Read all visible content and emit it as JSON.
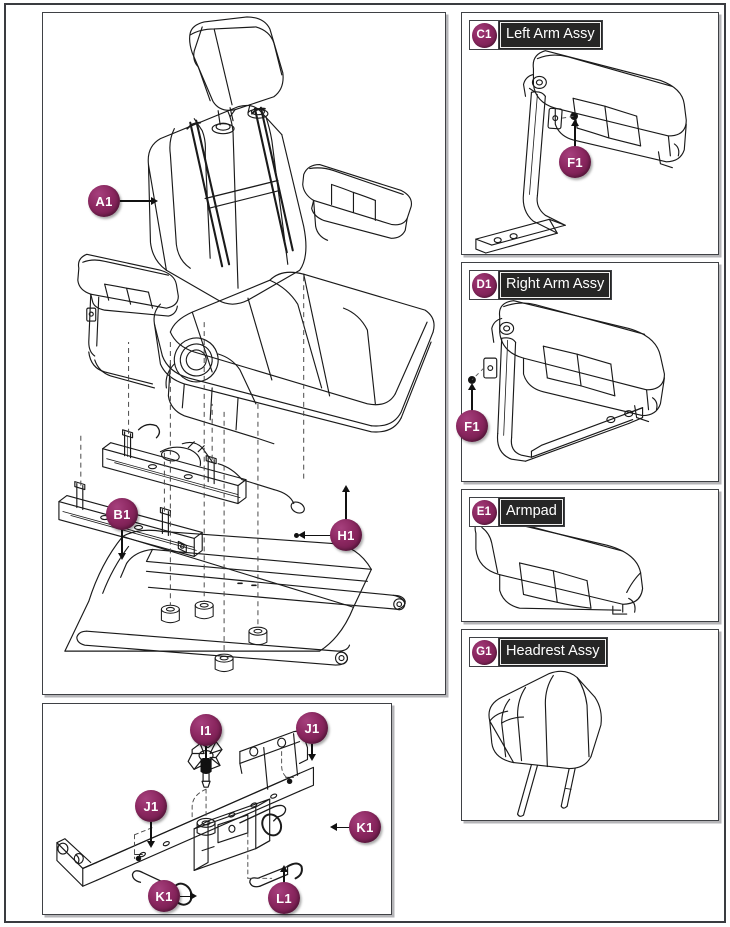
{
  "document": {
    "title": "Seat Assembly Exploded Parts Diagram",
    "accent_color": "#8b2760",
    "label_bg_color": "#262626",
    "line_color": "#111111"
  },
  "panels": [
    {
      "id": "main-seat",
      "caption_badge": "A1",
      "caption_label": "",
      "has_label": false,
      "callouts": [
        {
          "id": "A1",
          "text": "A1",
          "points_to": "seat back"
        },
        {
          "id": "B1",
          "text": "B1",
          "points_to": "base footplate"
        },
        {
          "id": "H1",
          "text": "H1",
          "points_to": "mounting rail"
        }
      ]
    },
    {
      "id": "base-frame",
      "caption_label": "",
      "has_label": false,
      "callouts": [
        {
          "id": "I1",
          "text": "I1",
          "points_to": "star knob"
        },
        {
          "id": "J1-left",
          "text": "J1",
          "points_to": "fastener left"
        },
        {
          "id": "J1-right",
          "text": "J1",
          "points_to": "fastener right"
        },
        {
          "id": "K1-right",
          "text": "K1",
          "points_to": "ring pin right"
        },
        {
          "id": "K1-bottom",
          "text": "K1",
          "points_to": "ring pin bottom"
        },
        {
          "id": "L1",
          "text": "L1",
          "points_to": "clevis pin"
        }
      ]
    },
    {
      "id": "left-arm",
      "caption_badge": "C1",
      "caption_label": "Left Arm Assy",
      "has_label": true,
      "callouts": [
        {
          "id": "F1",
          "text": "F1",
          "points_to": "arm pivot bolt"
        }
      ]
    },
    {
      "id": "right-arm",
      "caption_badge": "D1",
      "caption_label": "Right Arm Assy",
      "has_label": true,
      "callouts": [
        {
          "id": "F1",
          "text": "F1",
          "points_to": "arm pivot bolt"
        }
      ]
    },
    {
      "id": "armpad",
      "caption_badge": "E1",
      "caption_label": "Armpad",
      "has_label": true,
      "callouts": []
    },
    {
      "id": "headrest",
      "caption_badge": "G1",
      "caption_label": "Headrest Assy",
      "has_label": true,
      "callouts": []
    }
  ],
  "captions": {
    "left_arm": {
      "badge": "C1",
      "label": "Left Arm Assy"
    },
    "right_arm": {
      "badge": "D1",
      "label": "Right Arm Assy"
    },
    "armpad": {
      "badge": "E1",
      "label": "Armpad"
    },
    "headrest": {
      "badge": "G1",
      "label": "Headrest Assy"
    }
  },
  "callouts": {
    "a1": "A1",
    "b1": "B1",
    "h1": "H1",
    "f1_left": "F1",
    "f1_right": "F1",
    "i1": "I1",
    "j1_left": "J1",
    "j1_right": "J1",
    "k1_right": "K1",
    "k1_bottom": "K1",
    "l1": "L1"
  }
}
